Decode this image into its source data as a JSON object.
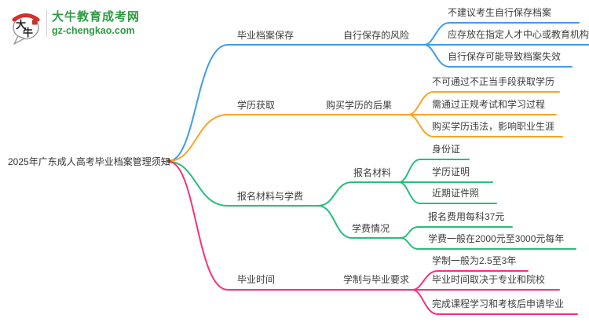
{
  "site": {
    "name": "大牛教育成考网",
    "domain": "gz-chengkao.com",
    "logo_char_top": "大",
    "logo_char_bottom": "牛",
    "brand_color": "#2f9b43",
    "seal_color": "#d3312c"
  },
  "root": {
    "title": "2025年广东成人高考毕业档案管理须知"
  },
  "colors": {
    "blue": "#3f9cea",
    "orange": "#f7a525",
    "green": "#27bf7b",
    "pink": "#f1337f",
    "text": "#3d3d3d",
    "junction_dot": "#8a4a33"
  },
  "branches": [
    {
      "label": "毕业档案保存",
      "topic": "自行保存的风险",
      "leaves": [
        "不建议考生自行保存档案",
        "应存放在指定人才中心或教育机构",
        "自行保存可能导致档案失效"
      ]
    },
    {
      "label": "学历获取",
      "topic": "购买学历的后果",
      "leaves": [
        "不可通过不正当手段获取学历",
        "需通过正规考试和学习过程",
        "购买学历违法，影响职业生涯"
      ]
    },
    {
      "label": "报名材料与学费",
      "subtopics": [
        {
          "label": "报名材料",
          "leaves": [
            "身份证",
            "学历证明",
            "近期证件照"
          ]
        },
        {
          "label": "学费情况",
          "leaves": [
            "报名费用每科37元",
            "学费一般在2000元至3000元每年"
          ]
        }
      ]
    },
    {
      "label": "毕业时间",
      "topic": "学制与毕业要求",
      "leaves": [
        "学制一般为2.5至3年",
        "毕业时间取决于专业和院校",
        "完成课程学习和考核后申请毕业"
      ]
    }
  ]
}
